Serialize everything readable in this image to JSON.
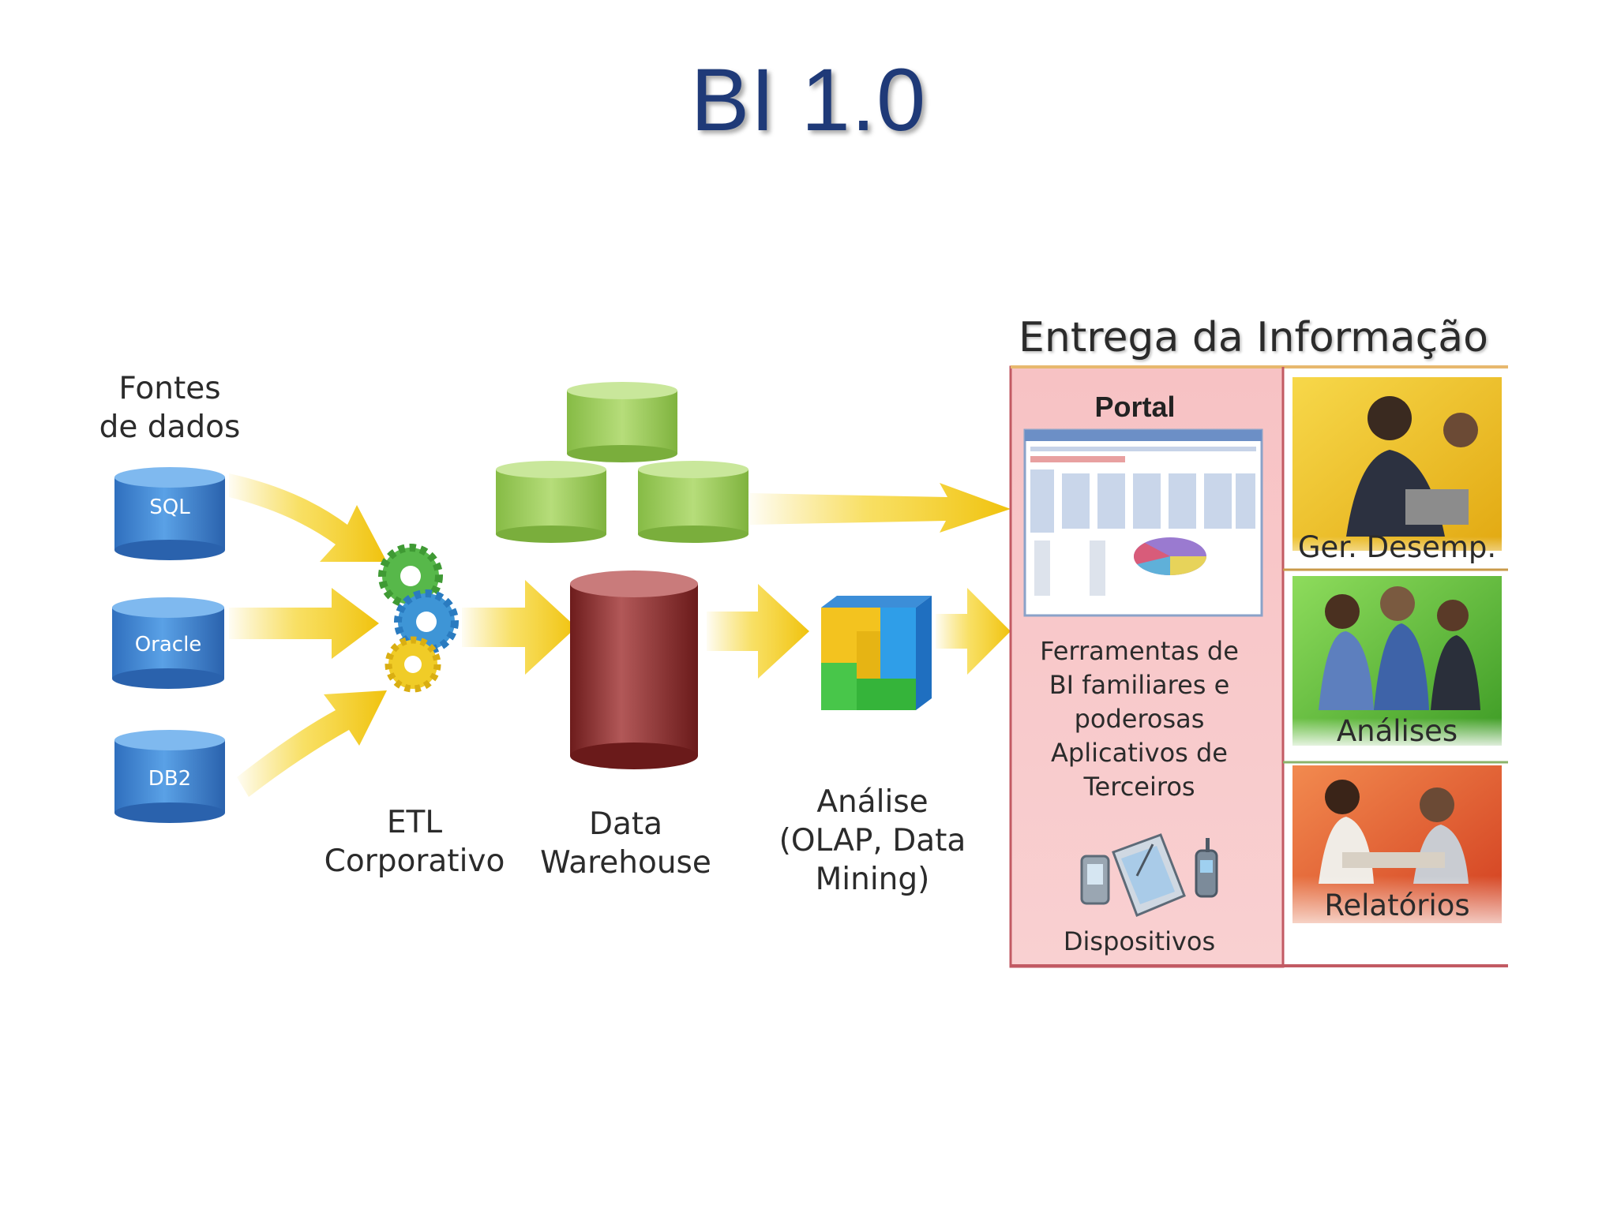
{
  "title": "BI 1.0",
  "sources": {
    "heading_line1": "Fontes",
    "heading_line2": "de dados",
    "db_sql": "SQL",
    "db_oracle": "Oracle",
    "db_db2": "DB2"
  },
  "etl": {
    "line1": "ETL",
    "line2": "Corporativo"
  },
  "warehouse": {
    "line1": "Data",
    "line2": "Warehouse"
  },
  "analysis": {
    "line1": "Análise",
    "line2": "(OLAP, Data",
    "line3": "Mining)"
  },
  "delivery": {
    "heading": "Entrega da Informação",
    "portal_label": "Portal",
    "tools_line1": "Ferramentas de",
    "tools_line2": "BI familiares e",
    "tools_line3": "poderosas",
    "tools_line4": "Aplicativos de",
    "tools_line5": "Terceiros",
    "devices_label": "Dispositivos",
    "tiles": [
      {
        "label": "Ger. Desemp.",
        "color": "#f2c21b"
      },
      {
        "label": "Análises",
        "color": "#5cbf3a"
      },
      {
        "label": "Relatórios",
        "color": "#e8542c"
      }
    ]
  },
  "colors": {
    "title": "#1f3a78",
    "db_blue": "#3f86d2",
    "datamart_green": "#9ccc5c",
    "warehouse_red": "#8e2a2a",
    "arrow_yellow": "#f4cf1c",
    "delivery_panel": "#f9c9c9"
  }
}
